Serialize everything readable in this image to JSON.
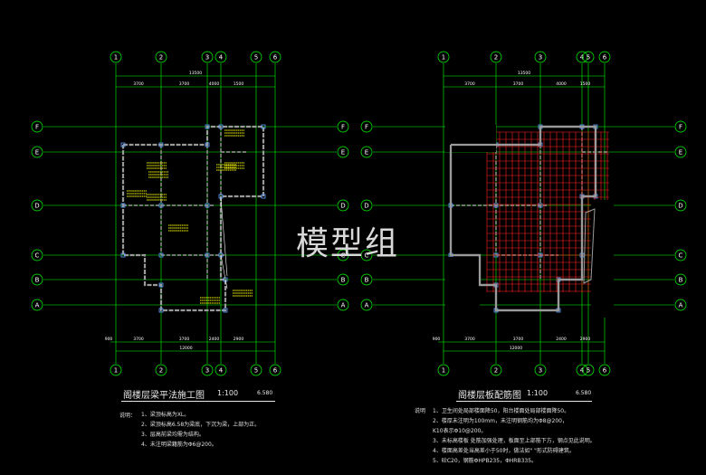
{
  "watermark": "模型组",
  "left_plan": {
    "title": "阁楼层梁平法施工图",
    "scale": "1:100",
    "elevation": "6.580",
    "notes_head": "说明：",
    "notes": [
      "1、梁顶标高为XL。",
      "2、梁顶标高6.58为梁底，下沉为梁，上部为正。",
      "3、层高前梁均需为结构。",
      "4、未注明梁籍筋为Φ6@200。"
    ],
    "grid_cols": [
      "1",
      "2",
      "3",
      "4",
      "5",
      "6"
    ],
    "grid_rows": [
      "F",
      "E",
      "D",
      "C",
      "B",
      "A"
    ],
    "top_dims": [
      "13500",
      "3700",
      "3700",
      "4000",
      "1500"
    ],
    "bottom_dims": [
      "900",
      "3700",
      "3700",
      "2400",
      "2900",
      "12000"
    ]
  },
  "right_plan": {
    "title": "阁楼层板配筋图",
    "scale": "1:100",
    "elevation": "6.580",
    "notes_head": "说明",
    "notes": [
      "1、卫生间处局部楼面降50，阳台楼面处局部楼面降50。",
      "2、楼厚未注明为100mm，未注明钢筋均为Φ8@200，",
      "   K10表示Φ10@200。",
      "3、未标高楼板  处筋加强处理，板面至上部筋下方，钢点见此说明。",
      "4、楼面高差处当高差小于50时，做法如\"    \"形式防碍建筑。",
      "5、砼C20，钢筋ΦHPB235，ΦHRB335。"
    ],
    "grid_cols": [
      "1",
      "2",
      "3",
      "4",
      "5",
      "6"
    ],
    "grid_rows": [
      "F",
      "E",
      "D",
      "C",
      "B",
      "A"
    ],
    "top_dims": [
      "13500",
      "3700",
      "3700",
      "4000",
      "1500"
    ],
    "bottom_dims": [
      "900",
      "3700",
      "3700",
      "2400",
      "2900",
      "12000"
    ]
  },
  "colors": {
    "background": "#000000",
    "grid": "#00ff00",
    "wall": "#9a9a9a",
    "beam_text": "#ffff00",
    "rebar": "#ff2020",
    "column": "#5f9fff",
    "text": "#e8e8e8",
    "dim": "#ffffff"
  }
}
